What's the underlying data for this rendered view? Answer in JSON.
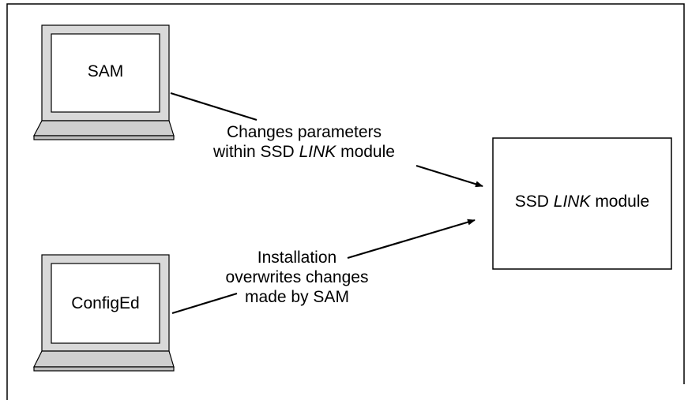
{
  "laptops": {
    "top": {
      "screen_label": "SAM"
    },
    "bottom": {
      "screen_label": "ConfigEd"
    }
  },
  "module_box": {
    "prefix": "SSD ",
    "italic": "LINK",
    "suffix": " module"
  },
  "arrow_labels": {
    "top": {
      "line1": "Changes parameters",
      "line2_prefix": "within SSD ",
      "line2_italic": "LINK",
      "line2_suffix": " module"
    },
    "bottom": {
      "line1": "Installation",
      "line2": "overwrites changes",
      "line3": "made by SAM"
    }
  }
}
